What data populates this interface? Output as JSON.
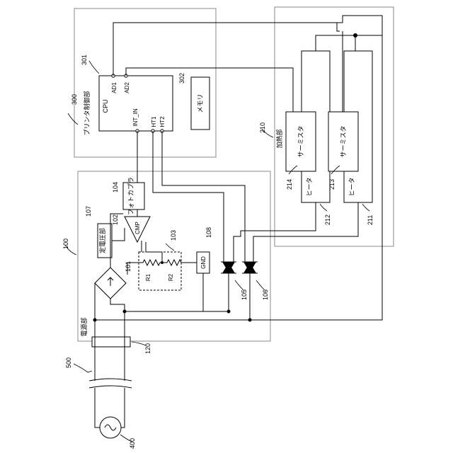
{
  "labels": {
    "ref_300": "300",
    "printer_control": "プリンタ制御部",
    "ref_301": "301",
    "cpu": "CPU",
    "ad1": "AD1",
    "ad2": "AD2",
    "int_in": "INT_IN",
    "ht1": "HT1",
    "ht2": "HT2",
    "ref_302": "302",
    "memory": "メモリ",
    "ref_210": "210",
    "heating_unit": "加熱部",
    "thermistor_a": "サーミスタ",
    "thermistor_b": "サーミスタ",
    "heater_a": "ヒータ",
    "heater_b": "ヒータ",
    "ref_214": "214",
    "ref_213": "213",
    "ref_212": "212",
    "ref_211": "211",
    "ref_100": "100",
    "ref_104": "104",
    "photocoupler": "フォトカプラ",
    "ref_107": "107",
    "const_voltage": "定電圧部",
    "ref_102": "102",
    "cmp": "CMP",
    "ref_103": "103",
    "ref_108": "108",
    "gnd": "GND",
    "ref_101": "101",
    "r1": "R1",
    "r2": "R2",
    "ref_105": "105",
    "ref_106": "106",
    "power_supply": "電源部",
    "ref_120": "120",
    "ref_500": "500",
    "ref_400": "400"
  },
  "icons": {
    "bridge": "diode-bridge-icon",
    "triac_1": "triac-icon",
    "triac_2": "triac-icon",
    "ac_source": "ac-source-icon",
    "resistor_1": "resistor-icon",
    "resistor_2": "resistor-icon"
  }
}
